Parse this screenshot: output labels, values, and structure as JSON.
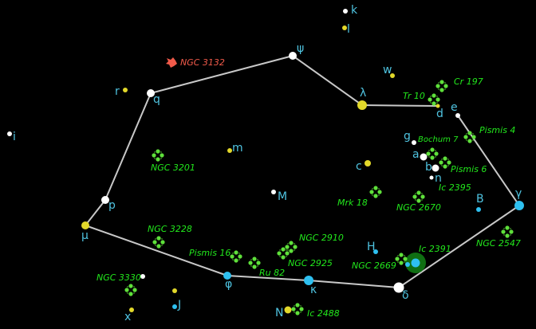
{
  "colors": {
    "background": "#000000",
    "line": "#c8c8c8",
    "star_label": "#4fc3e0",
    "cluster": "#5ee03a",
    "cluster_label": "#22e81c",
    "nebula": "#f05a4a",
    "white_star": "#ffffff",
    "yellow_star": "#e2d82a",
    "blue_star": "#2ec0f0",
    "halo": "#0f6e12"
  },
  "stars": [
    "k",
    "l",
    "ψ",
    "w",
    "λ",
    "d",
    "e",
    "g",
    "a",
    "b",
    "n",
    "c",
    "γ",
    "B",
    "M",
    "H",
    "",
    "δ",
    "κ",
    "N",
    "φ",
    "μ",
    "p",
    "q",
    "r",
    "i",
    "m",
    "",
    "",
    "J",
    "x",
    ""
  ],
  "clusters": [
    "Cr 197",
    "Tr 10",
    "Pismis 4",
    "Bochum 7",
    "Pismis 6",
    "Ic 2395",
    "Mrk 18",
    "NGC 2670",
    "NGC 2547",
    "NGC 2669",
    "Ic 2391",
    "NGC 2910",
    "NGC 2925",
    "Ru 82",
    "Pismis 16",
    "NGC 3228",
    "NGC 3330",
    "NGC 3201",
    "Ic 2488"
  ],
  "nebula": {
    "label": "NGC 3132",
    "icon": "planetary-nebula-icon"
  }
}
